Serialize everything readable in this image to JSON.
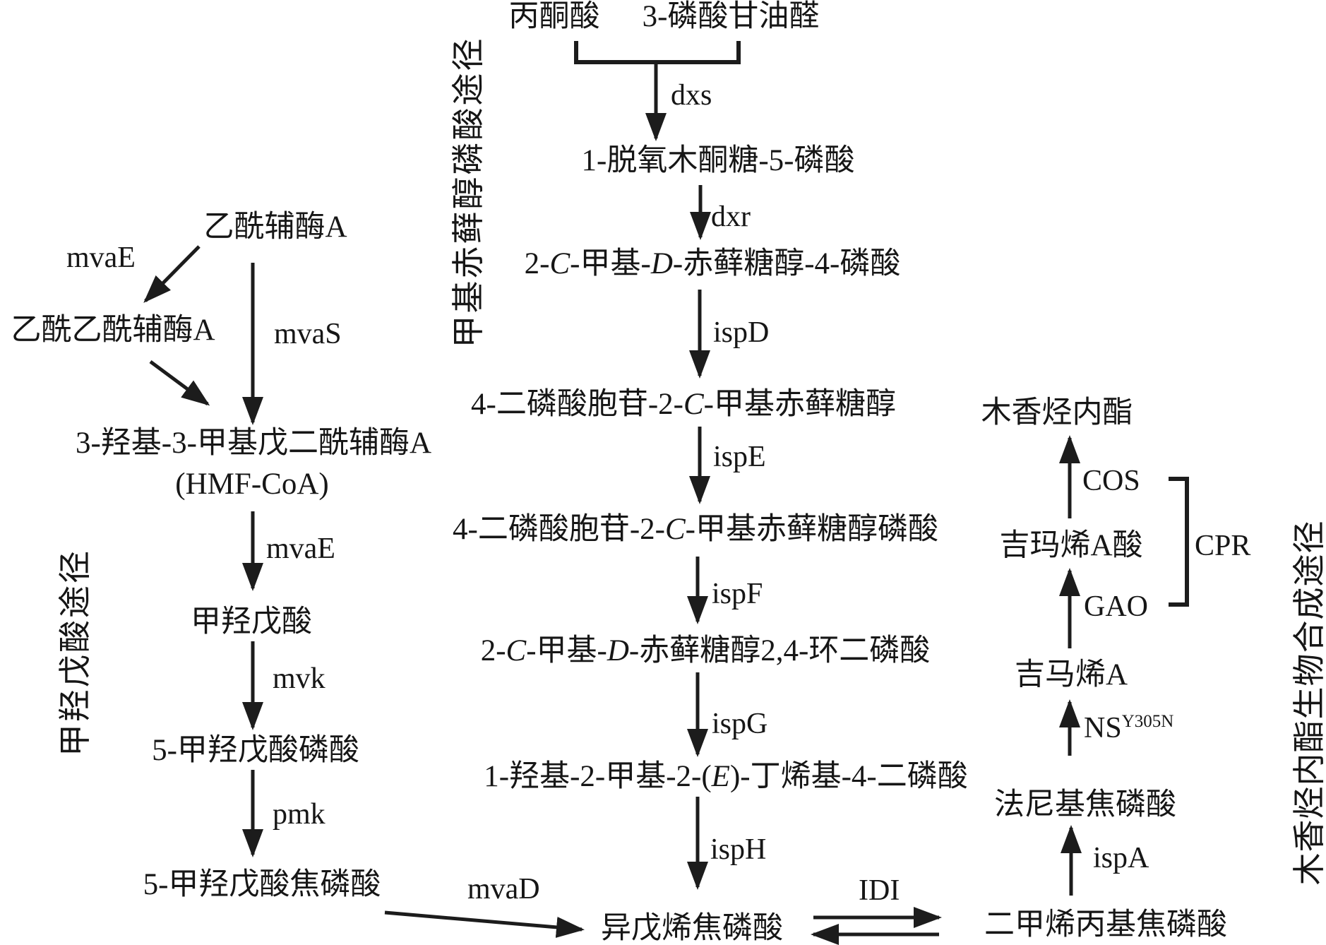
{
  "labels": {
    "mep_pathway": "甲基赤藓醇磷酸途径",
    "mva_pathway": "甲羟戊酸途径",
    "costunolide_pathway": "木香烃内酯生物合成途径"
  },
  "mep": {
    "pyruvate": "丙酮酸",
    "g3p": "3-磷酸甘油醛",
    "dxs": "dxs",
    "dxp": "1-脱氧木酮糖-5-磷酸",
    "dxr": "dxr",
    "mep4p": {
      "p1": "2-",
      "i1": "C",
      "p2": "-甲基-",
      "i2": "D",
      "p3": "-赤藓糖醇-4-磷酸"
    },
    "ispD": "ispD",
    "cdpme": {
      "p1": "4-二磷酸胞苷-2-",
      "i1": "C",
      "p2": "-甲基赤藓糖醇"
    },
    "ispE": "ispE",
    "cdpmep": {
      "p1": "4-二磷酸胞苷-2-",
      "i1": "C",
      "p2": "-甲基赤藓糖醇磷酸"
    },
    "ispF": "ispF",
    "mecdp": {
      "p1": "2-",
      "i1": "C",
      "p2": "-甲基-",
      "i2": "D",
      "p3": "-赤藓糖醇2,4-环二磷酸"
    },
    "ispG": "ispG",
    "hmbpp": {
      "p1": "1-羟基-2-甲基-2-(",
      "i1": "E",
      "p2": ")-丁烯基-4-二磷酸"
    },
    "ispH": "ispH",
    "ipp": "异戊烯焦磷酸",
    "idi": "IDI",
    "dmapp": "二甲烯丙基焦磷酸"
  },
  "mva": {
    "acetyl_coa": "乙酰辅酶A",
    "mvaE1": "mvaE",
    "acetoacetyl_coa": "乙酰乙酰辅酶A",
    "mvaS": "mvaS",
    "hmg_coa": "3-羟基-3-甲基戊二酰辅酶A",
    "hmf_coa": "(HMF-CoA)",
    "mvaE2": "mvaE",
    "mevalonate": "甲羟戊酸",
    "mvk": "mvk",
    "mvap": "5-甲羟戊酸磷酸",
    "pmk": "pmk",
    "mvapp": "5-甲羟戊酸焦磷酸",
    "mvaD": "mvaD"
  },
  "right": {
    "fpp": "法尼基焦磷酸",
    "ispA": "ispA",
    "ns": "NS",
    "ns_sup": "Y305N",
    "germacrene_a": "吉马烯A",
    "gao": "GAO",
    "germacrene_a_acid": "吉玛烯A酸",
    "cpr": "CPR",
    "cos": "COS",
    "costunolide": "木香烃内酯"
  },
  "style": {
    "ink_color": "#1c1c1c",
    "background_color": "#ffffff"
  }
}
